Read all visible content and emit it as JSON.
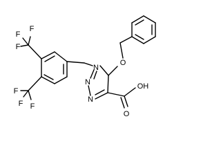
{
  "labels": {
    "f_top_1": "F",
    "f_top_2": "F",
    "f_top_3": "F",
    "f_bot_1": "F",
    "f_bot_2": "F",
    "f_bot_3": "F",
    "n1": "N",
    "n2": "N",
    "n3": "N",
    "o_ether": "O",
    "cooh": "OH",
    "o_carbonyl": "O"
  }
}
